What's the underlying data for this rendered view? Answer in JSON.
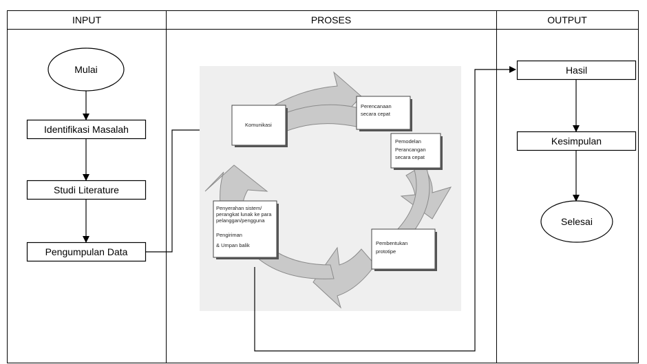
{
  "lanes": {
    "input": "INPUT",
    "proses": "PROSES",
    "output": "OUTPUT"
  },
  "input_flow": {
    "start": "Mulai",
    "step1": "Identifikasi Masalah",
    "step2": "Studi Literature",
    "step3": "Pengumpulan Data"
  },
  "prototype_cycle": {
    "komunikasi": "Komunikasi",
    "perencanaan": [
      "Perencanaan",
      "secara cepat"
    ],
    "pemodelan": [
      "Pemodelan",
      "Perancangan",
      "secara cepat"
    ],
    "pembentukan": [
      "Pembentukan",
      "prototipe"
    ],
    "penyerahan": [
      "Penyerahan sistem/",
      "perangkat lunak ke para",
      "pelanggan/pengguna",
      "Pengiriman",
      "& Umpan balik"
    ]
  },
  "output_flow": {
    "step1": "Hasil",
    "step2": "Kesimpulan",
    "end": "Selesai"
  },
  "colors": {
    "line": "#000000",
    "cycle_arrow": "#c9c9c9",
    "cycle_arrow_stroke": "#8a8a8a",
    "photo_bg": "#efefef"
  }
}
